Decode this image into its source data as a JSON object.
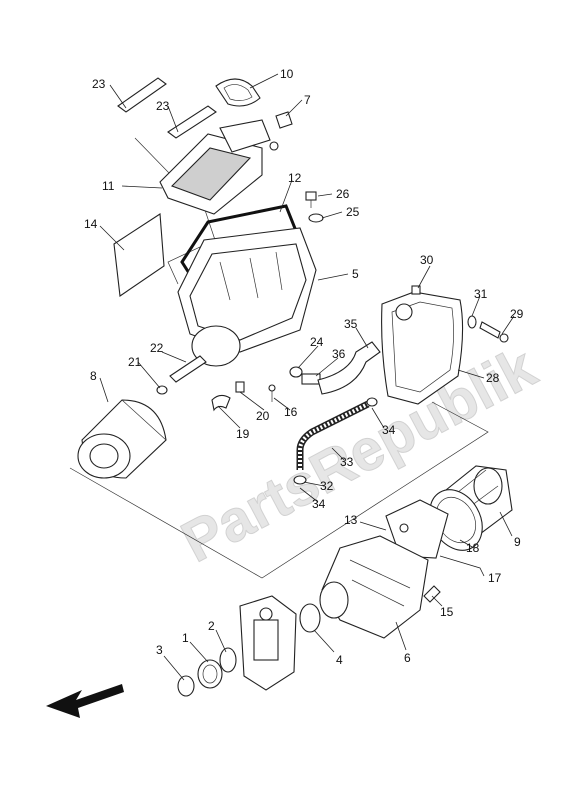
{
  "watermark": "PartsRepublik",
  "callouts": {
    "c1": "1",
    "c2": "2",
    "c3": "3",
    "c4": "4",
    "c5": "5",
    "c6": "6",
    "c7": "7",
    "c8": "8",
    "c9": "9",
    "c10": "10",
    "c11": "11",
    "c13": "13",
    "c14": "14",
    "c15": "15",
    "c16": "16",
    "c17": "17",
    "c18": "18",
    "c19": "19",
    "c20": "20",
    "c21": "21",
    "c22": "22",
    "c23a": "23",
    "c23b": "23",
    "c24": "24",
    "c25": "25",
    "c26": "26",
    "c28": "28",
    "c29": "29",
    "c30": "30",
    "c31": "31",
    "c32": "32",
    "c33": "33",
    "c34a": "34",
    "c34b": "34",
    "c35": "35",
    "c36": "36",
    "c12": "12"
  },
  "icons": {
    "direction_arrow": "arrow-left-down-icon"
  }
}
